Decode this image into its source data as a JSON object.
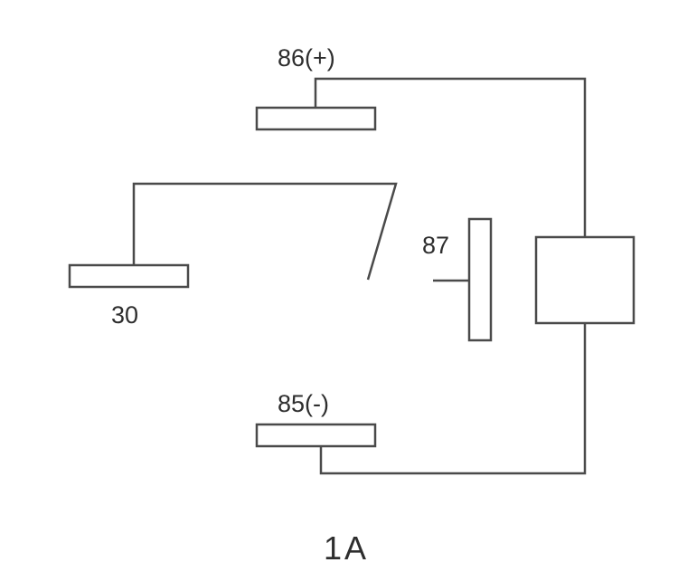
{
  "diagram": {
    "terminals": {
      "t86": "86(+)",
      "t30": "30",
      "t87": "87",
      "t85": "85(-)"
    },
    "caption": "1A",
    "colors": {
      "line": "#4a4a4a",
      "text": "#2e2e2e",
      "background": "#ffffff"
    }
  }
}
